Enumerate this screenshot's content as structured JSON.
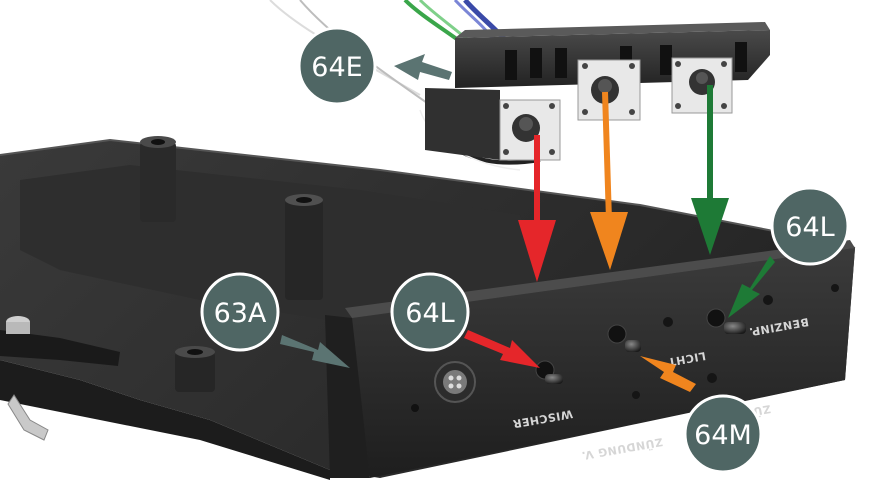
{
  "colors": {
    "callout_fill": "#4f6664",
    "callout_stroke": "#ffffff",
    "arrow_red": "#e5262a",
    "arrow_orange": "#f0851e",
    "arrow_green": "#1e7a36",
    "arrow_teal": "#5b7472",
    "part_dark": "#2a2a2a",
    "wire_green": "#3aa64a",
    "wire_blue": "#3a4aa8"
  },
  "callouts": {
    "c64e": "64E",
    "c64l_right": "64L",
    "c63a": "63A",
    "c64l_left": "64L",
    "c64m": "64M"
  },
  "panel_labels": {
    "benzinp": "BENZINP.",
    "licht": "LICHT",
    "wischer": "WISCHER",
    "zuendung": "ZÜNDUNG V.",
    "zuen_top": "ZÜN"
  }
}
